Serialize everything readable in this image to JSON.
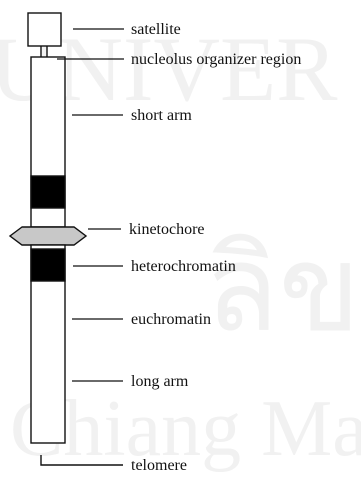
{
  "diagram": {
    "labels": {
      "satellite": "satellite",
      "nor": "nucleolus organizer region",
      "short_arm": "short arm",
      "kinetochore": "kinetochore",
      "heterochromatin": "heterochromatin",
      "euchromatin": "euchromatin",
      "long_arm": "long arm",
      "telomere": "telomere"
    },
    "watermark": {
      "top": "UNIVER",
      "mid": "ลิขสิทธิ์",
      "bottom": "Chiang Ma"
    },
    "colors": {
      "outline": "#111111",
      "heterochromatin": "#000000",
      "kinetochore": "#c8c8c8",
      "watermark": "#f1f1f1"
    }
  }
}
